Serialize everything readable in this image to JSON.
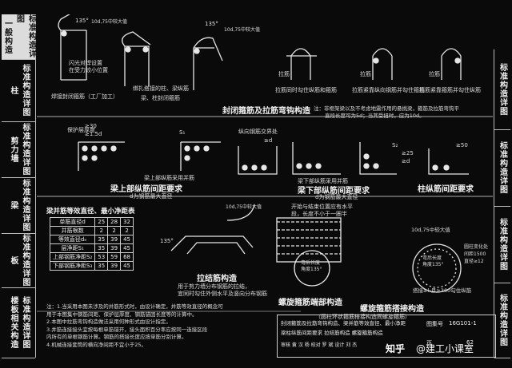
{
  "left_tabs": [
    {
      "side": "一般构造",
      "main": "标准构造详图",
      "active": true
    },
    {
      "side": "柱",
      "main": "标准构造详图",
      "active": false
    },
    {
      "side": "剪力墙",
      "main": "标准构造详图",
      "active": false
    },
    {
      "side": "梁",
      "main": "标准构造详图",
      "active": false
    },
    {
      "side": "板",
      "main": "标准构造详图",
      "active": false
    },
    {
      "side": "楼板相关构造",
      "main": "标准构造详图",
      "active": false
    }
  ],
  "right_tabs": [
    "标准构造详图",
    "标准构造详图",
    "标准构造详图",
    "标准构造详图"
  ],
  "hooks": {
    "angle_135": "135°",
    "hook_len": "10d,75中较大值",
    "weld_label_1": "闪光对焊设置",
    "weld_label_2": "在受力较小位置",
    "weld_caption": "焊接封闭箍筋（工厂加工）",
    "bind_label": "绑扎搭接的柱、梁纵筋",
    "col_bar": "梁、柱封闭箍筋",
    "tie_label_1": "拉筋",
    "tie_caption_1": "拉筋同时勾住纵筋和箍筋",
    "tie_label_2": "拉筋",
    "tie_caption_2": "拉筋紧靠纵向钢筋并勾住箍筋",
    "tie_label_3": "拉筋",
    "tie_caption_3": "拉筋紧靠箍筋并勾住纵筋",
    "section_title": "封闭箍筋及拉筋弯钩构造",
    "note_1": "注：非框架梁以及不考虑地震作用的悬挑梁，箍筋及拉筋弯钩平",
    "note_2": "直段长度可为5d；当其受扭时，应为10d。"
  },
  "spacing": {
    "cover": "保护层厚度",
    "d30": "≥30",
    "d15": "≥1.5d",
    "top_mid": "梁上部纵筋采用并筋",
    "top_title": "梁上部纵筋间距要求",
    "top_sub": "d为钢筋最大直径",
    "s1": "S₁",
    "bot_note_1": "≥d",
    "bot_note_2": "梁下部纵筋采用并筋",
    "bot_mid": "纵向钢筋交界处",
    "bot_title": "梁下部纵筋间距要求",
    "bot_sub": "d为钢筋最大直径",
    "col_title": "柱纵筋间距要求",
    "col_50": "≥50",
    "s2": "S₂",
    "layer2": "≥25",
    "layer3": "≥d"
  },
  "table": {
    "title": "梁并筋等效直径、最小净距表",
    "rows": [
      [
        "单筋直径d",
        "25",
        "28",
        "32"
      ],
      [
        "并筋根数",
        "2",
        "2",
        "2"
      ],
      [
        "等效直径dₑ",
        "35",
        "39",
        "45"
      ],
      [
        "层净距S₁",
        "35",
        "39",
        "45"
      ],
      [
        "上部钢筋净距S₂",
        "53",
        "59",
        "68"
      ],
      [
        "下部钢筋净距S₃",
        "35",
        "39",
        "45"
      ]
    ]
  },
  "tie_detail": {
    "angle": "135°",
    "len": "10d,75中较大值",
    "title": "拉结筋构造",
    "note_1": "用于剪力墙分布钢筋的拉结，",
    "note_2": "宜同时勾住外侧水平及竖向分布钢筋"
  },
  "spiral": {
    "top_note_1": "开始与结束位置应有水平",
    "top_note_2": "段，长度不小于一圈半",
    "open_label": "弯后长度",
    "open_angle": "角度135°",
    "end_title": "螺旋箍筋端部构造",
    "lap_len_label": "10d,75中较大值",
    "lap_angle": "弯后长度",
    "lap_angle2": "角度135°",
    "lap_note_1": "圆柱变化处",
    "lap_note_2": "间距1500",
    "lap_note_3": "直径≥12",
    "lap_bottom": "搭接≥l₄且≥300勾住纵筋",
    "lap_title": "螺旋箍筋搭接构造",
    "sub": "（圆柱环状箍筋搭接构造同螺旋箍筋）"
  },
  "notes": [
    "注：1.当采用本图未涉及的并筋形式时，由设计确定，并筋等效直径的概念可",
    "      用于本图集中钢筋间距、保护层厚度、钢筋锚固长度等的计算中。",
    "    2.本图中拉筋弯钩构造做法采用何种形式由设计指定。",
    "    3.并筋连接接头宜按每根单筋错开，接头面积百分率应按同一连接区段",
    "      内所有的单根钢筋计算。钢筋的搭接长度应按单筋分别计算。",
    "    4.机械连接套筒的横向净间距不宜小于25。"
  ],
  "titleblock": {
    "title_1": "封闭箍筋及拉筋弯钩构造、梁并筋等效直径、最小净距",
    "title_2": "梁柱纵筋间距要求  拉结筋构造  螺旋箍筋构造",
    "atlas_label": "图集号",
    "atlas_no": "16G101-1",
    "page_label": "页",
    "page_no": "62",
    "sign_row": "审核 黄 汉 杨  校对 罗 斌  设计 刘 杰"
  },
  "watermark": {
    "logo": "知乎",
    "text": "@建工小课室"
  },
  "colors": {
    "background": "#0a0a0a",
    "line": "#e6e6e6",
    "tab_active": "#dcdcdc"
  }
}
